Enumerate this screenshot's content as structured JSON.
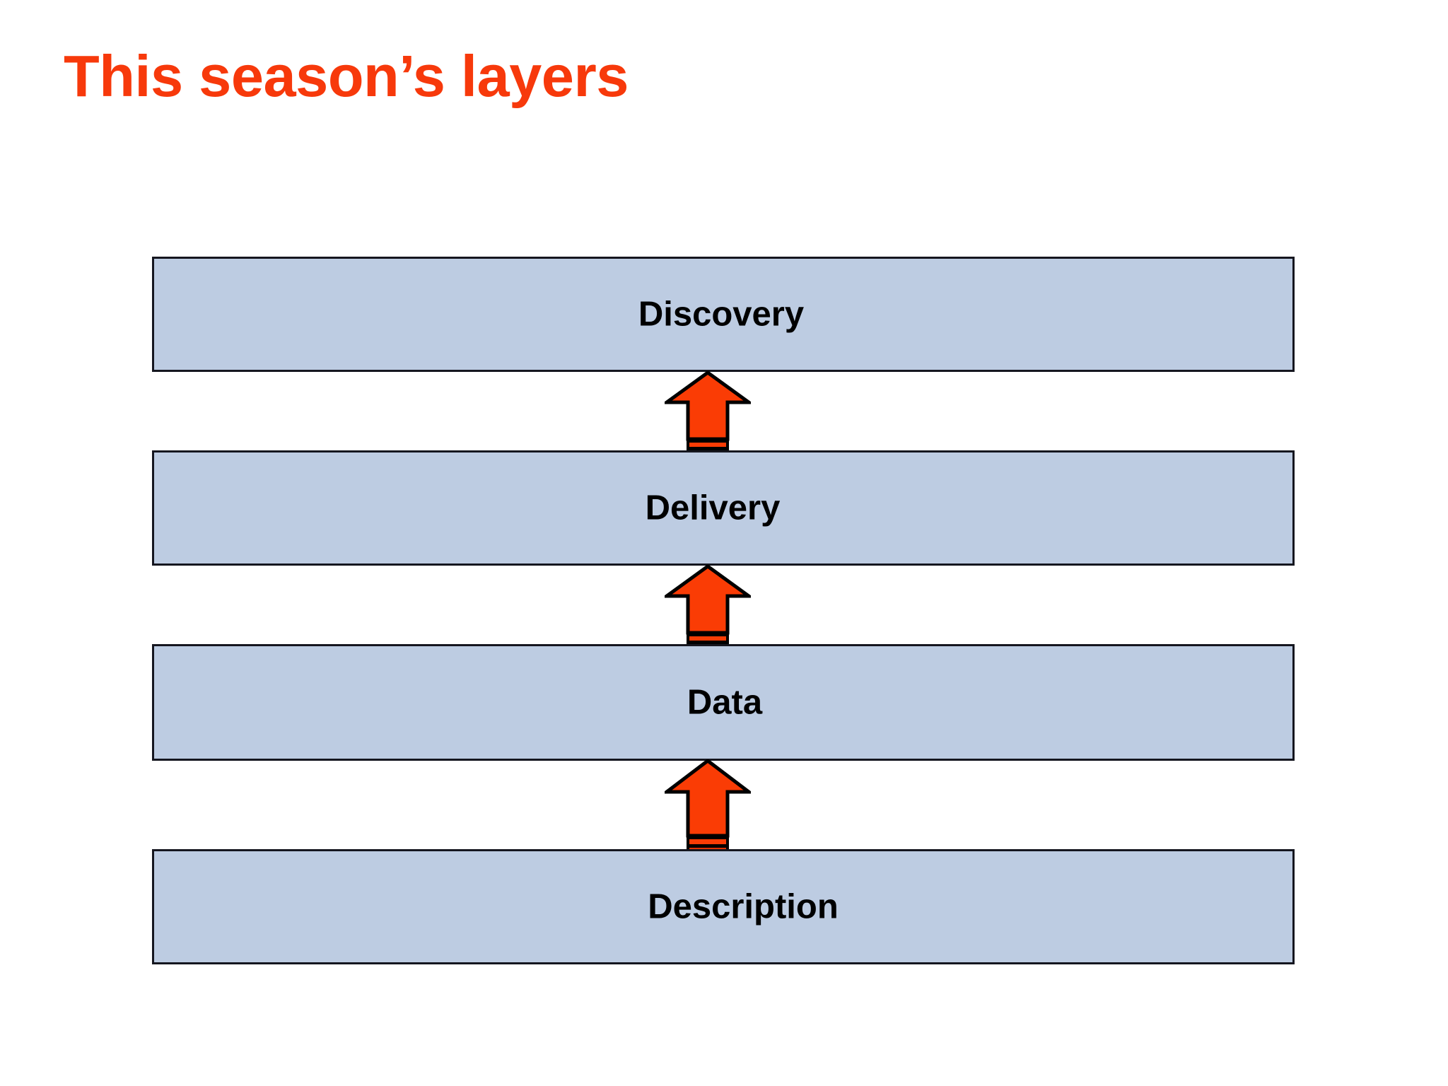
{
  "slide": {
    "title": "This season’s layers",
    "background_color": "#ffffff",
    "title_color": "#f7390b"
  },
  "diagram": {
    "type": "stacked-layers",
    "direction": "bottom-to-top",
    "box_fill_color": "#bdcce2",
    "box_border_color": "#15161f",
    "label_color": "#000000",
    "arrow_fill_color": "#fa3c05",
    "arrow_outline_color": "#000000",
    "layers": [
      {
        "id": "discovery",
        "label": "Discovery",
        "order": 4
      },
      {
        "id": "delivery",
        "label": "Delivery",
        "order": 3
      },
      {
        "id": "data",
        "label": "Data",
        "order": 2
      },
      {
        "id": "description",
        "label": "Description",
        "order": 1
      }
    ],
    "connectors": [
      {
        "id": "arrow-description-to-data",
        "from": "description",
        "to": "data",
        "icon": "up-arrow-icon"
      },
      {
        "id": "arrow-data-to-delivery",
        "from": "data",
        "to": "delivery",
        "icon": "up-arrow-icon"
      },
      {
        "id": "arrow-delivery-to-discovery",
        "from": "delivery",
        "to": "discovery",
        "icon": "up-arrow-icon"
      }
    ]
  }
}
